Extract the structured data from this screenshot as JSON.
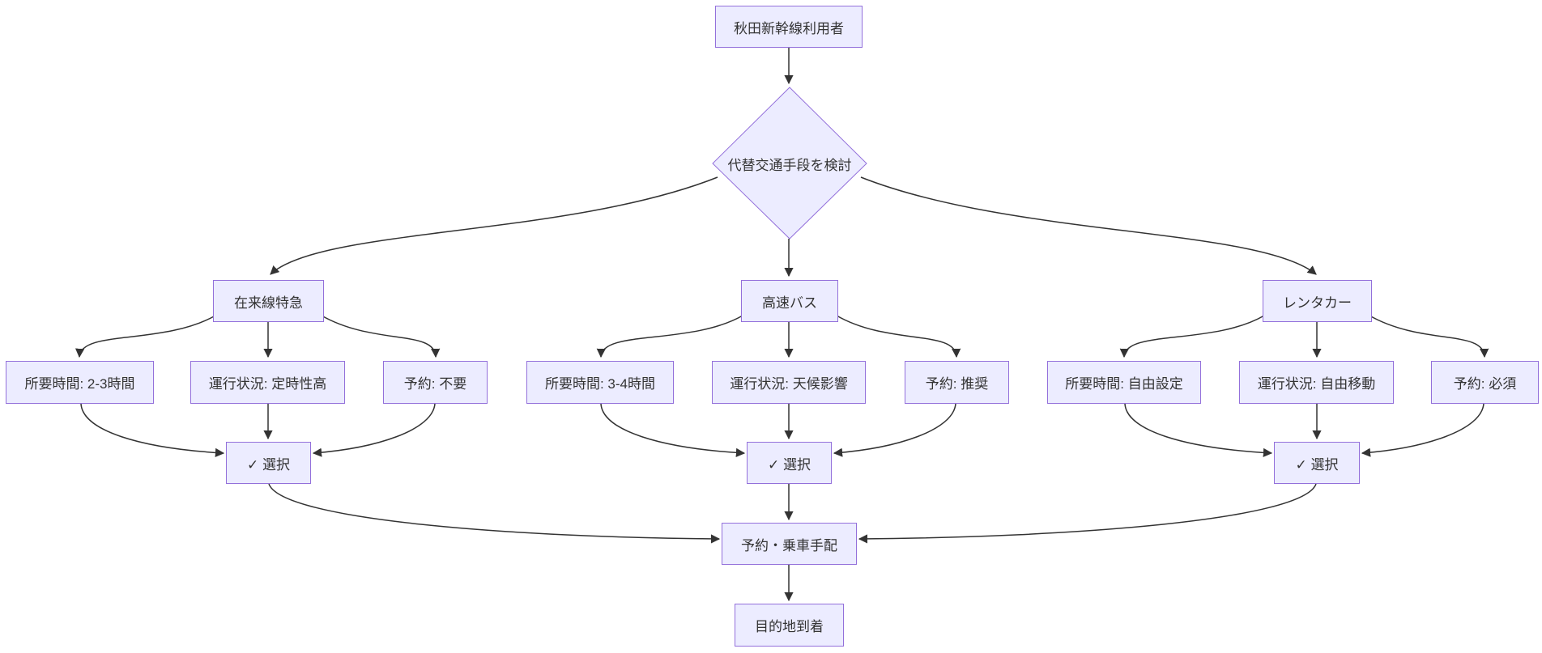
{
  "diagram": {
    "type": "flowchart",
    "colors": {
      "background": "#FFFFFF",
      "node_fill": "#ECECFF",
      "node_border": "#9370DB",
      "edge": "#333333",
      "text": "#333333"
    },
    "nodes": {
      "start": {
        "label": "秋田新幹線利用者"
      },
      "decision": {
        "label": "代替交通手段を検討",
        "shape": "diamond"
      },
      "train": {
        "label": "在来線特急"
      },
      "bus": {
        "label": "高速バス"
      },
      "rental": {
        "label": "レンタカー"
      },
      "train_time": {
        "label": "所要時間: 2-3時間"
      },
      "train_status": {
        "label": "運行状況: 定時性高"
      },
      "train_booking": {
        "label": "予約: 不要"
      },
      "bus_time": {
        "label": "所要時間: 3-4時間"
      },
      "bus_status": {
        "label": "運行状況: 天候影響"
      },
      "bus_booking": {
        "label": "予約: 推奨"
      },
      "rental_time": {
        "label": "所要時間: 自由設定"
      },
      "rental_status": {
        "label": "運行状況: 自由移動"
      },
      "rental_booking": {
        "label": "予約: 必須"
      },
      "select_train": {
        "label": "✓ 選択"
      },
      "select_bus": {
        "label": "✓ 選択"
      },
      "select_rental": {
        "label": "✓ 選択"
      },
      "arrange": {
        "label": "予約・乗車手配"
      },
      "arrive": {
        "label": "目的地到着"
      }
    },
    "edges": [
      "start -> decision",
      "decision -> train",
      "decision -> bus",
      "decision -> rental",
      "train -> train_time",
      "train -> train_status",
      "train -> train_booking",
      "bus -> bus_time",
      "bus -> bus_status",
      "bus -> bus_booking",
      "rental -> rental_time",
      "rental -> rental_status",
      "rental -> rental_booking",
      "train_time -> select_train",
      "train_status -> select_train",
      "train_booking -> select_train",
      "bus_time -> select_bus",
      "bus_status -> select_bus",
      "bus_booking -> select_bus",
      "rental_time -> select_rental",
      "rental_status -> select_rental",
      "rental_booking -> select_rental",
      "select_train -> arrange",
      "select_bus -> arrange",
      "select_rental -> arrange",
      "arrange -> arrive"
    ]
  }
}
